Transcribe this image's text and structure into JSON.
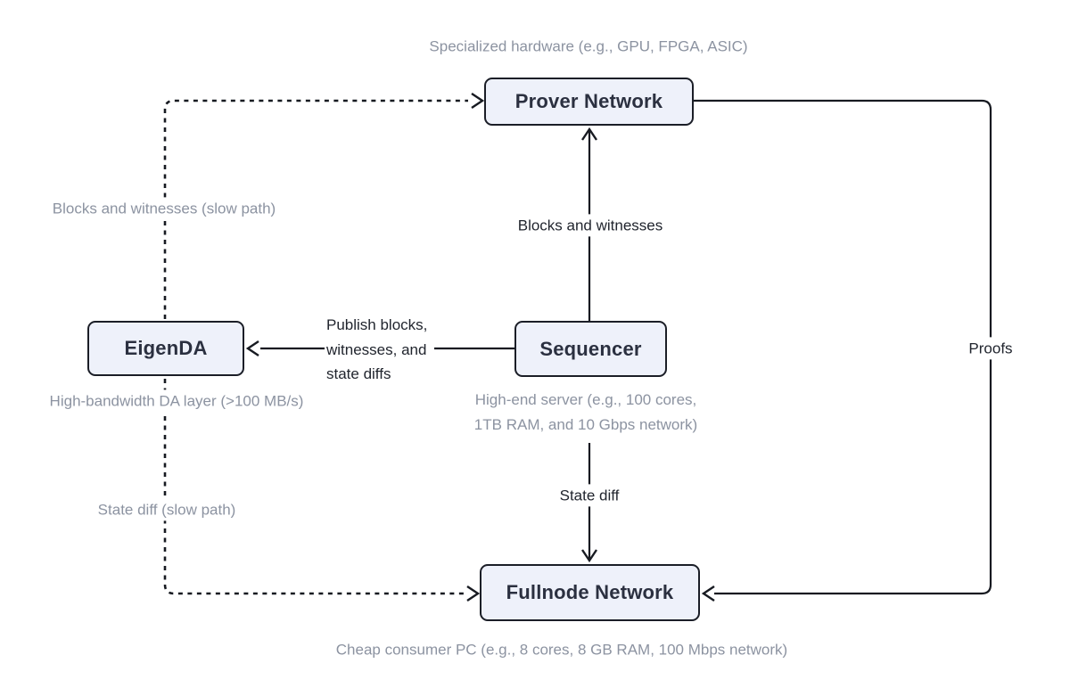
{
  "diagram": {
    "nodes": {
      "prover": {
        "label": "Prover Network"
      },
      "eigenda": {
        "label": "EigenDA"
      },
      "sequencer": {
        "label": "Sequencer"
      },
      "fullnode": {
        "label": "Fullnode Network"
      }
    },
    "captions": {
      "prover": "Specialized hardware (e.g., GPU, FPGA, ASIC)",
      "eigenda": "High-bandwidth DA layer (>100 MB/s)",
      "sequencer_line1": "High-end server (e.g., 100 cores,",
      "sequencer_line2": "1TB RAM, and 10 Gbps network)",
      "fullnode": "Cheap consumer PC (e.g., 8 cores, 8 GB RAM, 100 Mbps network)"
    },
    "edge_labels": {
      "eigenda_to_prover": "Blocks and witnesses (slow path)",
      "eigenda_to_fullnode": "State diff (slow path)",
      "sequencer_to_eigenda_line1": "Publish blocks,",
      "sequencer_to_eigenda_line2": "witnesses, and",
      "sequencer_to_eigenda_line3": "state diffs",
      "sequencer_to_prover": "Blocks and witnesses",
      "sequencer_to_fullnode": "State diff",
      "prover_to_fullnode": "Proofs"
    },
    "colors": {
      "background": "#ffffff",
      "node_fill": "#eef1fa",
      "node_border": "#1b1e27",
      "node_text": "#2b3040",
      "caption_text": "#8c93a1",
      "edge_label_text": "#21252e",
      "line": "#171a21"
    }
  }
}
